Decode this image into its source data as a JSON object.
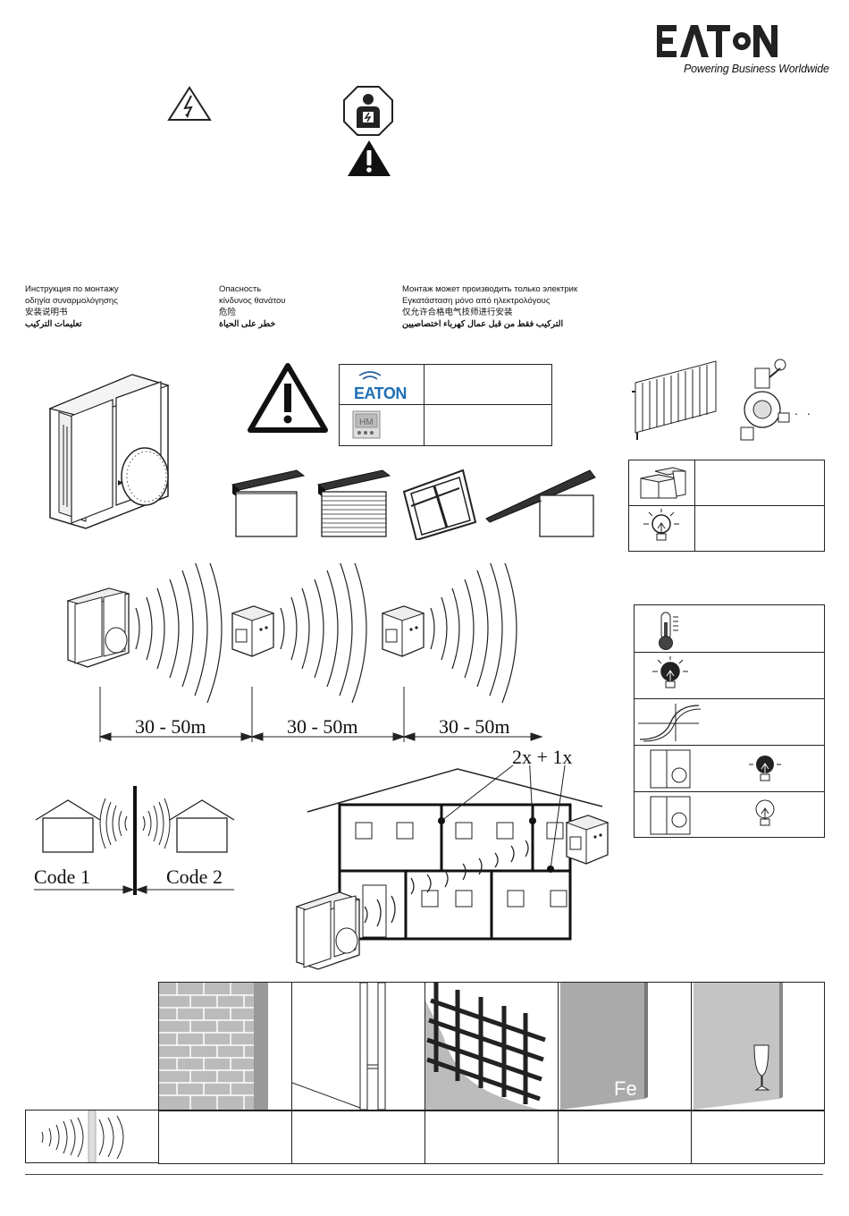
{
  "brand": {
    "name": "EATON",
    "tagline": "Powering Business Worldwide"
  },
  "legend": {
    "col1": [
      "Инструкция по монтажу",
      "οδηγία συναρμολόγησης",
      "安装说明书",
      "تعليمات التركيب"
    ],
    "col2": [
      "Опасность",
      "κίνδυνος θανάτου",
      "危险",
      "خطر على الحياة"
    ],
    "col3": [
      "Монтаж может производить только электрик",
      "Εγκατάσταση μόνο από ηλεκτρολόγους",
      "仅允许合格电气技师进行安装",
      "التركيب فقط من قبل عمال كهرباء اختصاصيين"
    ]
  },
  "systems": {
    "eaton_label": "EATON",
    "hm_label": "HM"
  },
  "range": {
    "distances": [
      "30 - 50m",
      "30 - 50m",
      "30 - 50m"
    ]
  },
  "house": {
    "repeater_label": "2x + 1x"
  },
  "codes": {
    "left": "Code 1",
    "right": "Code 2"
  },
  "materials": {
    "metal_label": "Fe"
  }
}
